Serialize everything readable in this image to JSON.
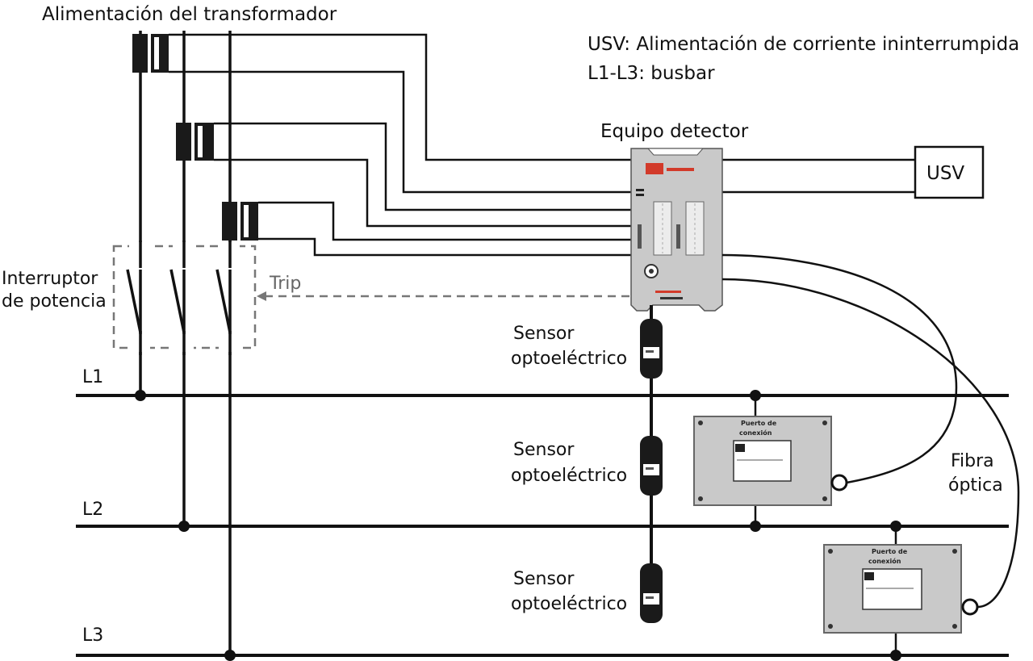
{
  "title": "Alimentación del transformador",
  "legend": {
    "line1": "USV: Alimentación de corriente ininterrumpida",
    "line2": "L1-L3: busbar"
  },
  "detector": {
    "label": "Equipo detector"
  },
  "usv": {
    "label": "USV"
  },
  "breaker": {
    "line1": "Interruptor",
    "line2": "de potencia"
  },
  "trip": {
    "label": "Trip"
  },
  "sensors": [
    {
      "line1": "Sensor",
      "line2": "optoeléctrico"
    },
    {
      "line1": "Sensor",
      "line2": "optoeléctrico"
    },
    {
      "line1": "Sensor",
      "line2": "optoeléctrico"
    }
  ],
  "busbars": {
    "l1": "L1",
    "l2": "L2",
    "l3": "L3"
  },
  "fiber": {
    "line1": "Fibra",
    "line2": "óptica"
  },
  "junction_boxes": [
    {
      "line1": "Puerto de",
      "line2": "conexión"
    },
    {
      "line1": "Puerto de",
      "line2": "conexión"
    }
  ],
  "colors": {
    "line": "#111111",
    "device": "#c9c9c9",
    "dashed": "#777777",
    "brand": "#d23a2a"
  }
}
